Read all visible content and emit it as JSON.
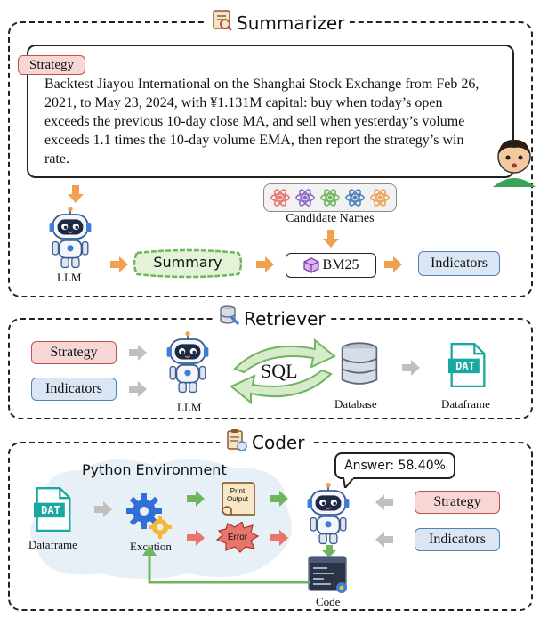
{
  "summarizer": {
    "title": "Summarizer",
    "strategy_tag": "Strategy",
    "query": "Backtest Jiayou International on the Shanghai Stock Exchange from Feb 26, 2021, to May 23, 2024, with ¥1.131M capital: buy when today’s open exceeds the previous 10-day close MA, and sell when yesterday’s volume exceeds 1.1 times the 10-day volume EMA, then report the strategy’s win rate.",
    "llm_label": "LLM",
    "summary_label": "Summary",
    "candidate_label": "Candidate  Names",
    "bm25_label": "BM25",
    "indicators_label": "Indicators"
  },
  "retriever": {
    "title": "Retriever",
    "strategy_label": "Strategy",
    "indicators_label": "Indicators",
    "llm_label": "LLM",
    "sql_label": "SQL",
    "database_label": "Database",
    "dataframe_label": "Dataframe",
    "dat_text": "DAT"
  },
  "coder": {
    "title": "Coder",
    "env_label": "Python Environment",
    "dataframe_label": "Dataframe",
    "dat_text": "DAT",
    "excution_label": "Excution",
    "print_output_label": "Print Output",
    "error_label": "Error",
    "answer_label": "Answer: 58.40%",
    "strategy_label": "Strategy",
    "indicators_label": "Indicators",
    "code_label": "Code"
  },
  "colors": {
    "orange_arrow": "#f0a050",
    "grey_arrow": "#bfbfbf",
    "green_arrow": "#6fb55e",
    "red_arrow": "#e8756a",
    "strategy_fill": "#f7d6d6",
    "indicators_fill": "#dbe6f5",
    "summary_fill": "#e4f2d8",
    "dat_green": "#1aa9a0"
  },
  "icons": [
    "summarizer-scroll-icon",
    "retriever-database-icon",
    "coder-clipboard-icon",
    "robot-icon",
    "person-icon",
    "gear-icon",
    "database-icon",
    "dat-file-icon",
    "code-window-icon",
    "atom-icon",
    "cube-icon"
  ]
}
